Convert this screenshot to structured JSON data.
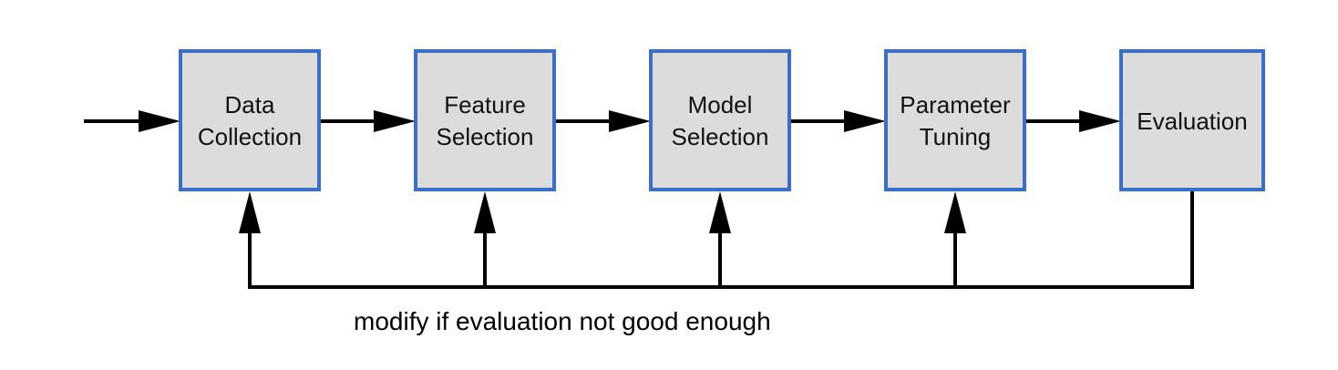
{
  "stages": [
    {
      "lines": [
        "Data",
        "Collection"
      ]
    },
    {
      "lines": [
        "Feature",
        "Selection"
      ]
    },
    {
      "lines": [
        "Model",
        "Selection"
      ]
    },
    {
      "lines": [
        "Parameter",
        "Tuning"
      ]
    },
    {
      "lines": [
        "Evaluation"
      ]
    }
  ],
  "feedback_caption": "modify if evaluation not good enough",
  "colors": {
    "box_fill": "#dcdcdc",
    "box_border": "#3a6fc4",
    "line": "#000000"
  }
}
